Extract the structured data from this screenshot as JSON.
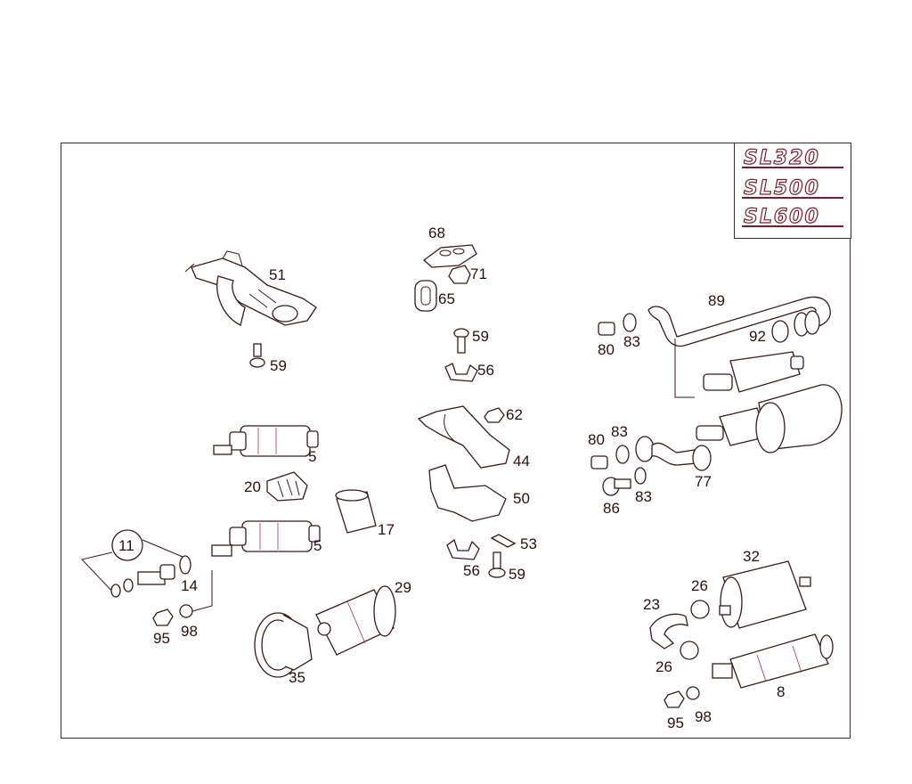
{
  "models": [
    "SL320",
    "SL500",
    "SL600"
  ],
  "callouts": {
    "c5a": "5",
    "c5b": "5",
    "c8": "8",
    "c11": "11",
    "c14": "14",
    "c17": "17",
    "c20": "20",
    "c23": "23",
    "c26a": "26",
    "c26b": "26",
    "c29": "29",
    "c32": "32",
    "c35": "35",
    "c44": "44",
    "c50": "50",
    "c51": "51",
    "c53": "53",
    "c56a": "56",
    "c56b": "56",
    "c59a": "59",
    "c59b": "59",
    "c59c": "59",
    "c62": "62",
    "c65": "65",
    "c68": "68",
    "c71": "71",
    "c77": "77",
    "c80a": "80",
    "c80b": "80",
    "c83a": "83",
    "c83b": "83",
    "c83c": "83",
    "c86": "86",
    "c89": "89",
    "c92": "92",
    "c95a": "95",
    "c95b": "95",
    "c98a": "98",
    "c98b": "98"
  },
  "colors": {
    "line": "#3a1a1a",
    "accent": "#b03040",
    "badge": "#7a1a2a"
  }
}
